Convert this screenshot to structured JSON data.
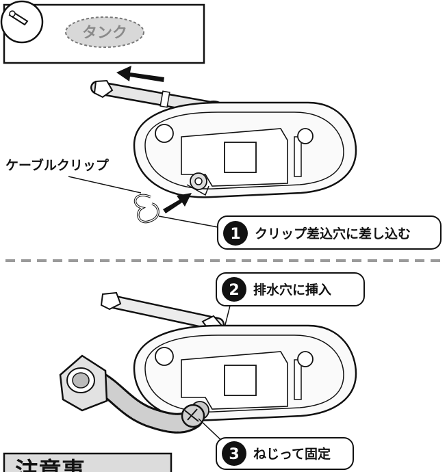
{
  "inset": {
    "tank_label": "タンク"
  },
  "top_panel": {
    "cable_clip_label": "ケーブルクリップ",
    "step1": {
      "number": "1",
      "text": "クリップ差込穴に差し込む"
    }
  },
  "bottom_panel": {
    "step2": {
      "number": "2",
      "text": "排水穴に挿入"
    },
    "step3": {
      "number": "3",
      "text": "ねじって固定"
    }
  },
  "caution_banner": {
    "text": "注意事"
  },
  "colors": {
    "line": "#111111",
    "dash": "#9a9a9a",
    "grey_fill": "#c8c8c8",
    "light_fill": "#f4f4f4"
  }
}
